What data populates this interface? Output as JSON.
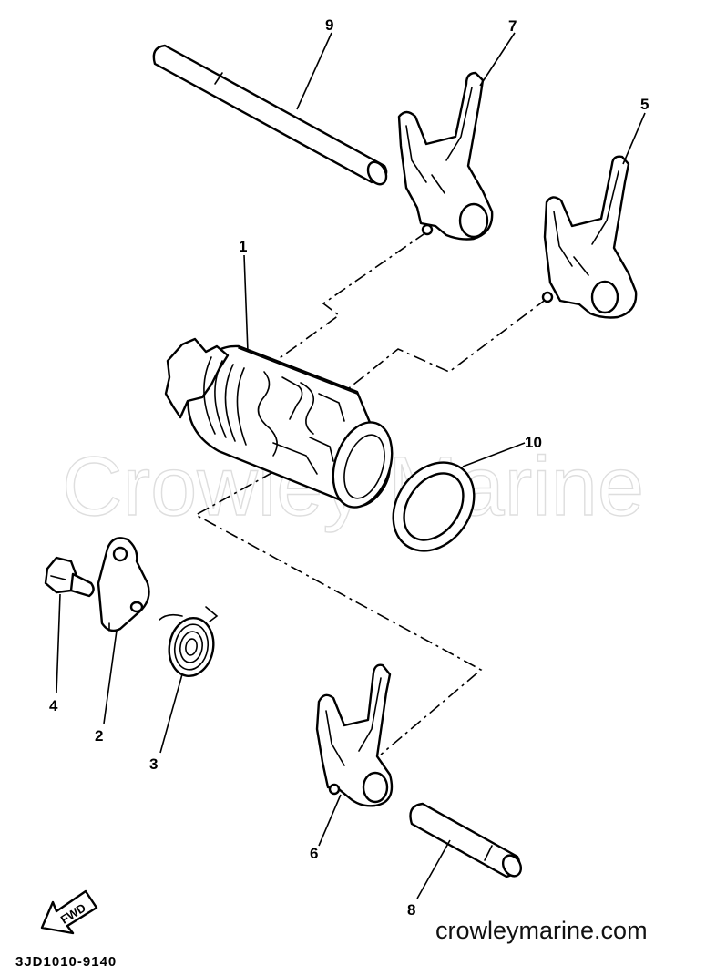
{
  "watermark": "Crowley Marine",
  "site": "crowleymarine.com",
  "diagram_code": "3JD1010-9140",
  "forward_arrow": {
    "label": "FWD",
    "icon": "forward-arrow-icon"
  },
  "callouts": {
    "c1": "1",
    "c2": "2",
    "c3": "3",
    "c4": "4",
    "c5": "5",
    "c6": "6",
    "c7": "7",
    "c8": "8",
    "c9": "9",
    "c10": "10"
  }
}
